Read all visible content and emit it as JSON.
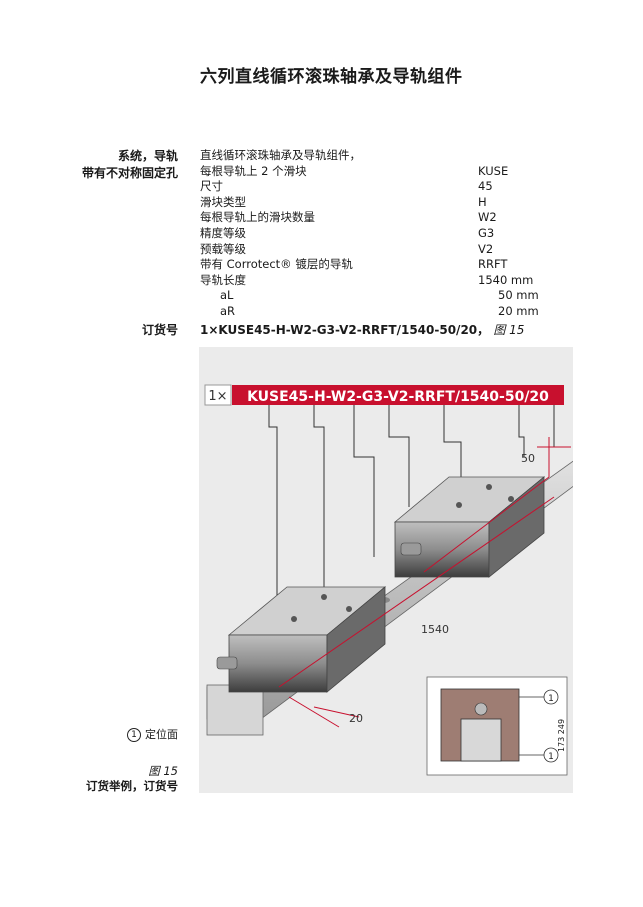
{
  "title": "六列直线循环滚珠轴承及导轨组件",
  "section": {
    "line1": "系统，导轨",
    "line2": "带有不对称固定孔"
  },
  "specs": [
    {
      "label": "直线循环滚珠轴承及导轨组件，",
      "value": ""
    },
    {
      "label": "每根导轨上 2 个滑块",
      "value": "KUSE"
    },
    {
      "label": "尺寸",
      "value": "45"
    },
    {
      "label": "滑块类型",
      "value": "H"
    },
    {
      "label": "每根导轨上的滑块数量",
      "value": "W2"
    },
    {
      "label": "精度等级",
      "value": "G3"
    },
    {
      "label": "预载等级",
      "value": "V2"
    },
    {
      "label": "带有 Corrotect® 镀层的导轨",
      "value": "RRFT"
    },
    {
      "label": "导轨长度",
      "value": "1540 mm"
    },
    {
      "label": "aL",
      "value": "50 mm"
    },
    {
      "label": "aR",
      "value": "20 mm"
    }
  ],
  "order": {
    "label": "订货号",
    "code": "1×KUSE45-H-W2-G3-V2-RRFT/1540-50/20，",
    "fig_ref": "图 15"
  },
  "figure": {
    "banner_prefix": "1×",
    "banner_code": "KUSE45-H-W2-G3-V2-RRFT/1540-50/20",
    "dim_50": "50",
    "dim_1540": "1540",
    "dim_20": "20",
    "callout_1a": "1",
    "callout_1b": "1",
    "serial": "173 249",
    "colors": {
      "banner_red": "#c8102e",
      "dim_red": "#c8102e",
      "panel_grey": "#ebebeb"
    }
  },
  "legend": {
    "number": "1",
    "text": "定位面"
  },
  "caption": {
    "number": "图 15",
    "text": "订货举例，订货号"
  }
}
